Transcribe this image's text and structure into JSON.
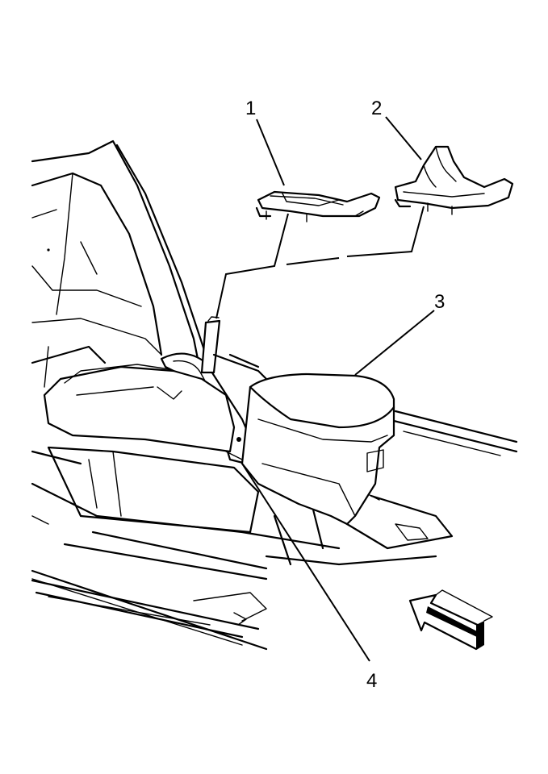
{
  "diagram": {
    "callouts": [
      {
        "id": 1,
        "label": "1"
      },
      {
        "id": 2,
        "label": "2"
      },
      {
        "id": 3,
        "label": "3"
      },
      {
        "id": 4,
        "label": "4"
      }
    ],
    "direction_icon": "forward-arrow-icon"
  }
}
